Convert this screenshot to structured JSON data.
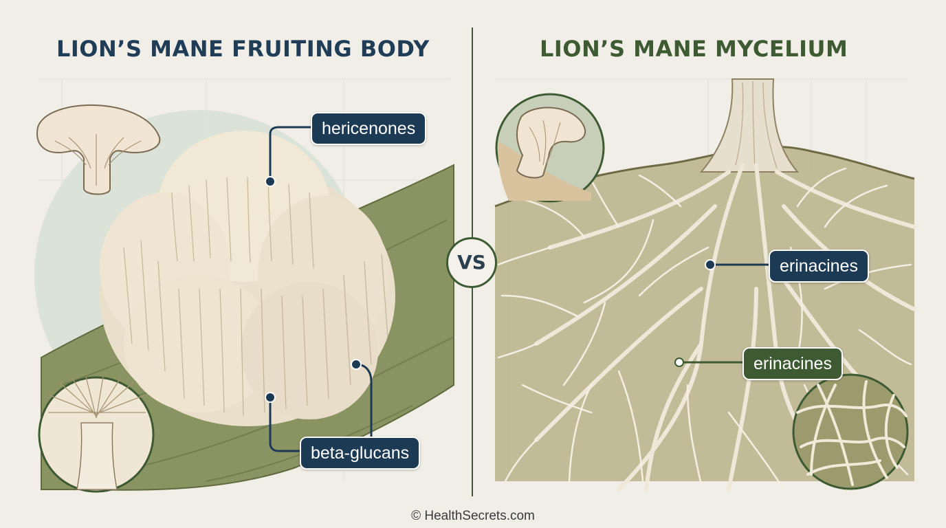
{
  "titles": {
    "fruiting_body": "LION’S MANE FRUITING BODY",
    "mycelium": "LION’S MANE MYCELIUM"
  },
  "labels": {
    "hericenones": "hericenones",
    "beta_glucans": "beta-glucans",
    "erinacines_upper": "erinacines",
    "erinacines_lower": "erinacines"
  },
  "vs": "VS",
  "footer": "© HealthSecrets.com",
  "colors": {
    "navy": "#1d3a55",
    "forest_green": "#3d5a33",
    "background": "#f1eee7",
    "mushroom_cream": "#efe6d4",
    "log_green": "#8a9362"
  }
}
